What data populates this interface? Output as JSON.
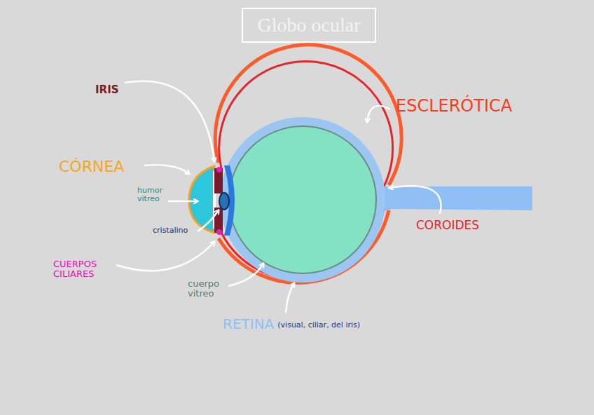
{
  "diagram": {
    "title": "Globo ocular",
    "labels": [
      "IRIS",
      "CÓRNEA",
      "humor vitreo",
      "cristalino",
      "CUERPOS CILIARES",
      "cuerpo vitreo",
      "RETINA",
      "(visual, ciliar, del iris)",
      "ESCLERÓTICA",
      "COROIDES"
    ]
  }
}
